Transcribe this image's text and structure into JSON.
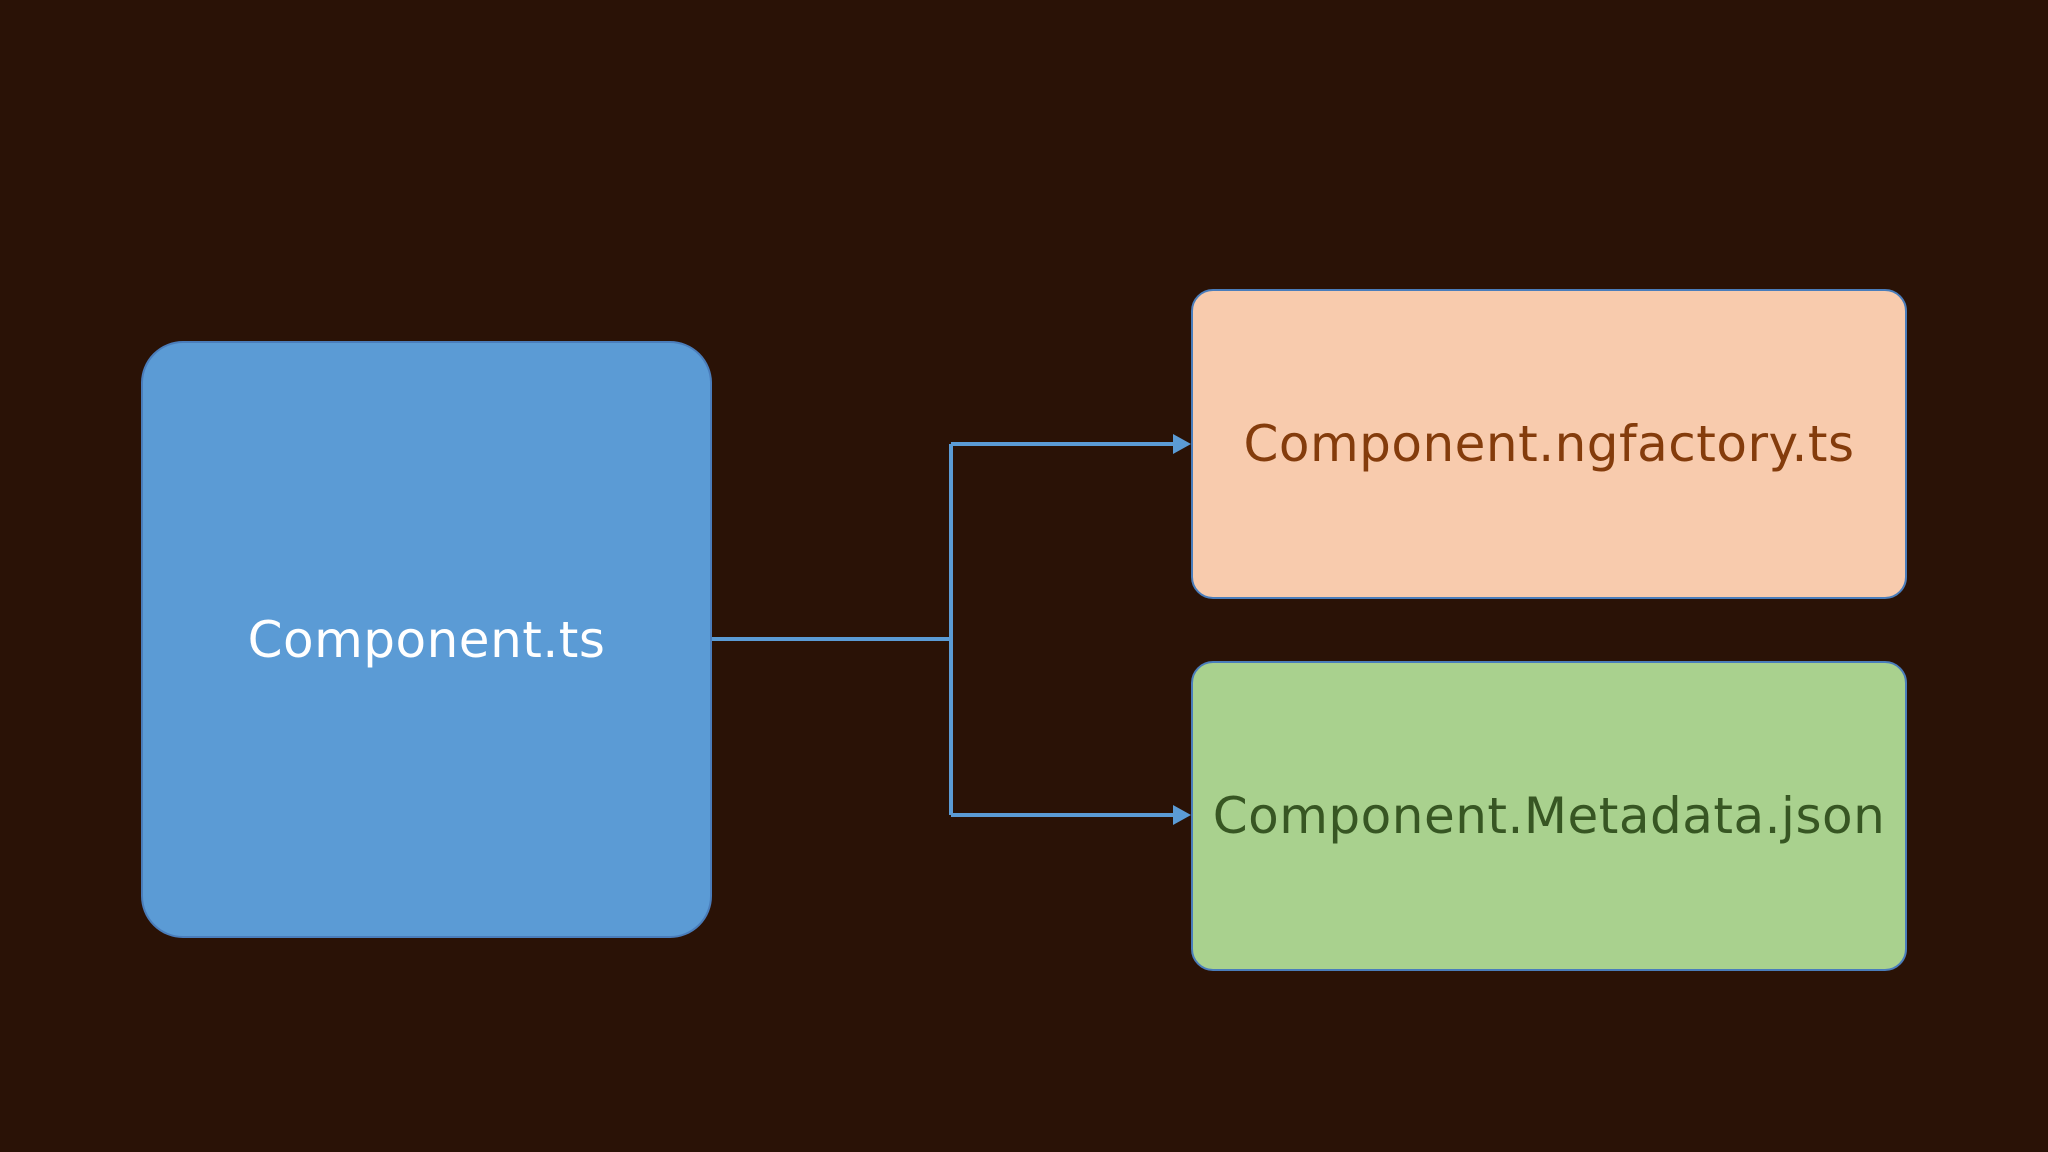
{
  "diagram": {
    "source": {
      "label": "Component.ts",
      "fill": "#5b9bd5",
      "text_color": "#ffffff"
    },
    "targets": [
      {
        "label": "Component.ngfactory.ts",
        "fill": "#f8cbad",
        "text_color": "#843c0c"
      },
      {
        "label": "Component.Metadata.json",
        "fill": "#a9d18e",
        "text_color": "#375623"
      }
    ],
    "connector_color": "#5b9bd5",
    "background": "#2a1206"
  }
}
